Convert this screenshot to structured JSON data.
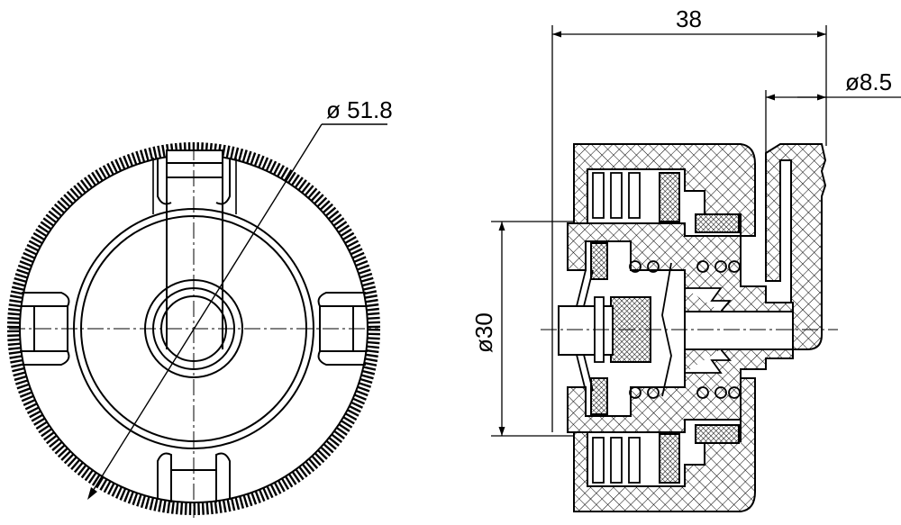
{
  "drawing": {
    "type": "technical-drawing",
    "views": [
      "front-view",
      "section-view"
    ],
    "line_color": "#000000",
    "background_color": "#ffffff"
  },
  "dimensions": {
    "diameter_outer": "ø 51.8",
    "length_overall": "38",
    "diameter_nozzle": "ø8.5",
    "diameter_body": "ø30"
  }
}
